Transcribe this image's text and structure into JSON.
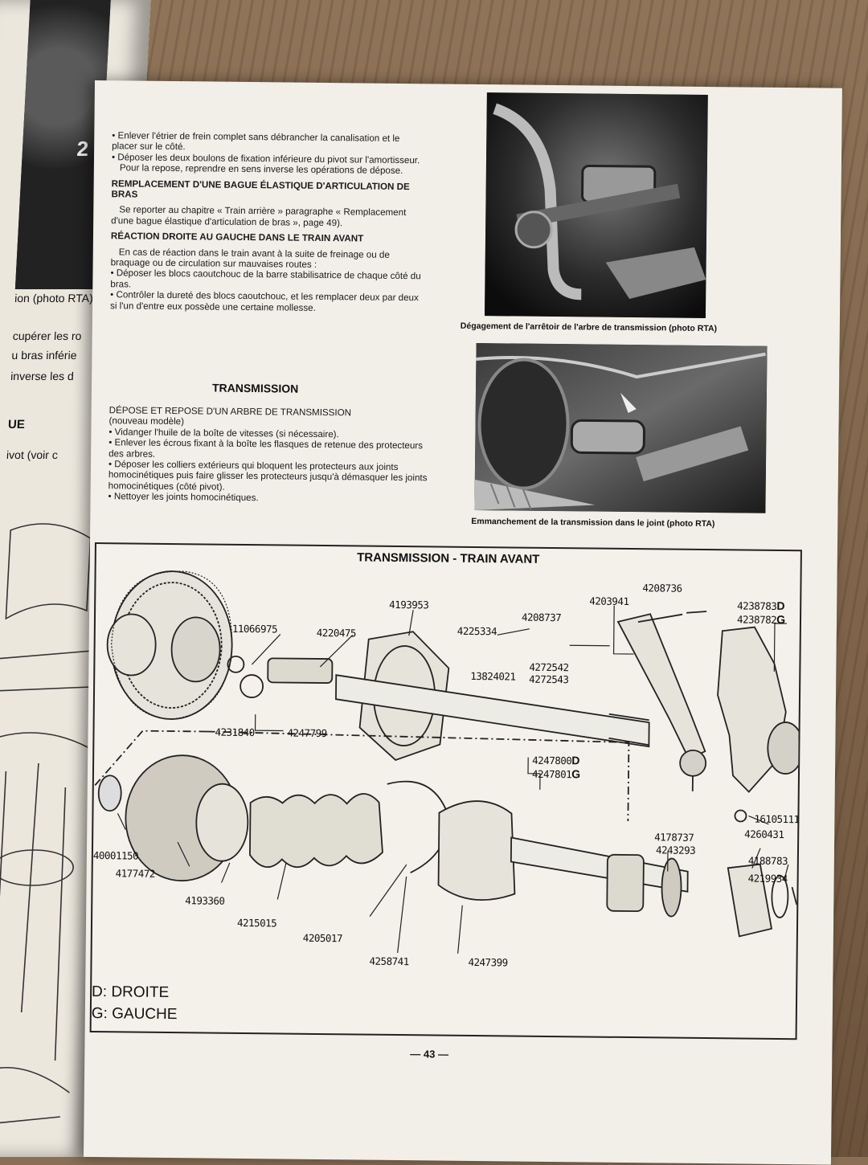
{
  "left_page": {
    "photo_number": "2",
    "fragments": [
      "ion (photo RTA)",
      "cupérer les ro",
      "u bras inférie",
      "inverse les d",
      "UE",
      "ivot (voir c"
    ]
  },
  "col1": [
    {
      "t": "• Enlever l'étrier de frein complet sans débrancher la canalisation et le placer sur le côté."
    },
    {
      "t": "• Déposer les deux boulons de fixation inférieure du pivot sur l'amortisseur."
    },
    {
      "t": "Pour la repose, reprendre en sens inverse les opérations de dépose."
    },
    {
      "t": "REMPLACEMENT D'UNE BAGUE ÉLASTIQUE D'ARTICULATION DE BRAS",
      "h": true
    },
    {
      "t": "Se reporter au chapitre « Train arrière » paragraphe « Remplacement d'une bague élastique d'articulation de bras », page 49)."
    },
    {
      "t": "RÉACTION DROITE AU GAUCHE DANS LE TRAIN AVANT",
      "h": true
    },
    {
      "t": "En cas de réaction dans le train avant à la suite de freinage ou de braquage ou de circulation sur mauvaises routes :"
    },
    {
      "t": "• Déposer les blocs caoutchouc de la barre stabilisatrice de chaque côté du bras."
    },
    {
      "t": "• Contrôler la dureté des blocs caoutchouc, et les remplacer deux par deux si l'un d'entre eux possède une certaine mollesse."
    }
  ],
  "section_title": "TRANSMISSION",
  "col2": [
    {
      "t": "DÉPOSE ET REPOSE D'UN ARBRE DE TRANSMISSION",
      "h": true
    },
    {
      "t": "(nouveau modèle)"
    },
    {
      "t": "• Vidanger l'huile de la boîte de vitesses (si nécessaire)."
    },
    {
      "t": "• Enlever les écrous fixant à la boîte les flasques de retenue des protecteurs des arbres."
    },
    {
      "t": "• Déposer les colliers extérieurs qui bloquent les protecteurs aux joints homocinétiques puis faire glisser les protecteurs jusqu'à démasquer les joints homocinétiques (côté pivot)."
    },
    {
      "t": "• Nettoyer les joints homocinétiques."
    }
  ],
  "photos": {
    "caption1": "Dégagement de l'arrêtoir de l'arbre de transmission (photo RTA)",
    "caption2": "Emmanchement de la transmission dans le joint (photo RTA)"
  },
  "diagram": {
    "title": "TRANSMISSION - TRAIN AVANT",
    "parts": {
      "p11066975": "11066975",
      "p4220475": "4220475",
      "p4193953": "4193953",
      "p4225334": "4225334",
      "p13824021": "13824021",
      "p4208737": "4208737",
      "p4203941": "4203941",
      "p4208736": "4208736",
      "p4272542": "4272542",
      "p4272543": "4272543",
      "p4238783": "4238783",
      "p4238782": "4238782",
      "p4231840": "4231840",
      "p4247799": "4247799",
      "p4247800": "4247800",
      "p4247801": "4247801",
      "p40001150": "40001150",
      "p4177472": "4177472",
      "p4193360": "4193360",
      "p4215015": "4215015",
      "p4205017": "4205017",
      "p4258741": "4258741",
      "p4247399": "4247399",
      "p4178737": "4178737",
      "p4243293": "4243293",
      "p4260431": "4260431",
      "p4188783": "4188783",
      "p4219934": "4219934",
      "p16105111": "16105111"
    },
    "suffix_d": "D",
    "suffix_g": "G",
    "legend_d": "D: DROITE",
    "legend_g": "G: GAUCHE"
  },
  "page_number": "— 43 —"
}
